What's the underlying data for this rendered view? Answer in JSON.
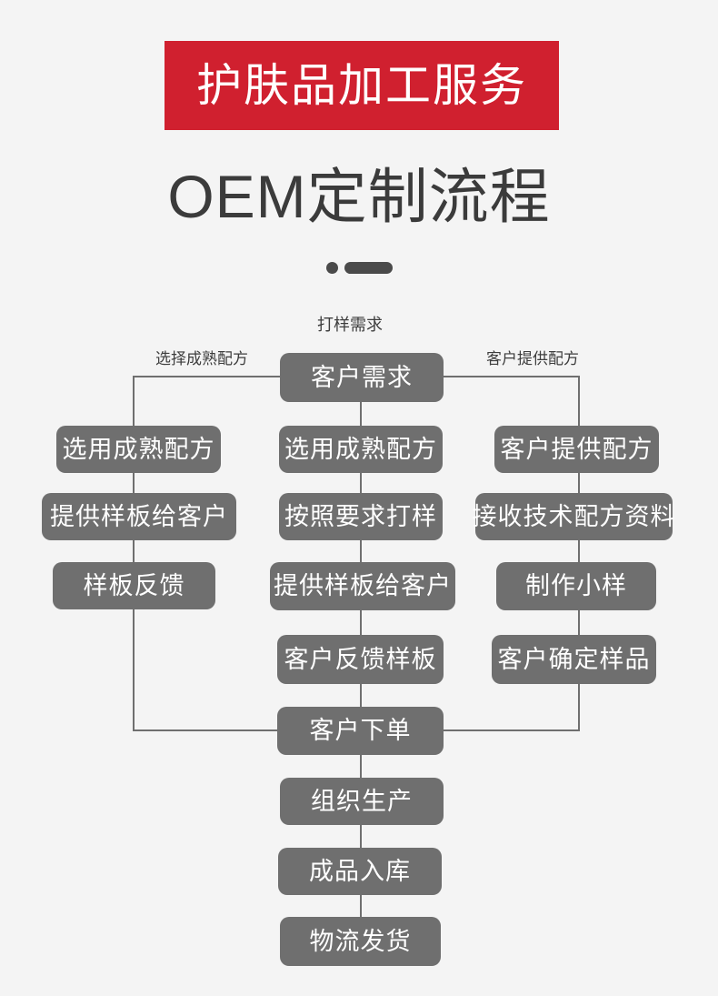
{
  "header": {
    "banner_text": "护肤品加工服务",
    "banner_color": "#d0202f",
    "title": "OEM定制流程"
  },
  "flowchart": {
    "type": "flowchart",
    "node_color": "#6f6f6f",
    "line_color": "#6f6f6f",
    "background": "#f4f4f4",
    "edge_labels": {
      "center": "打样需求",
      "left": "选择成熟配方",
      "right": "客户提供配方"
    },
    "root": "客户需求",
    "branches": {
      "left": [
        "选用成熟配方",
        "提供样板给客户",
        "样板反馈"
      ],
      "center": [
        "选用成熟配方",
        "按照要求打样",
        "提供样板给客户",
        "客户反馈样板"
      ],
      "right": [
        "客户提供配方",
        "接收技术配方资料",
        "制作小样",
        "客户确定样品"
      ]
    },
    "trunk": [
      "客户下单",
      "组织生产",
      "成品入库",
      "物流发货"
    ]
  }
}
